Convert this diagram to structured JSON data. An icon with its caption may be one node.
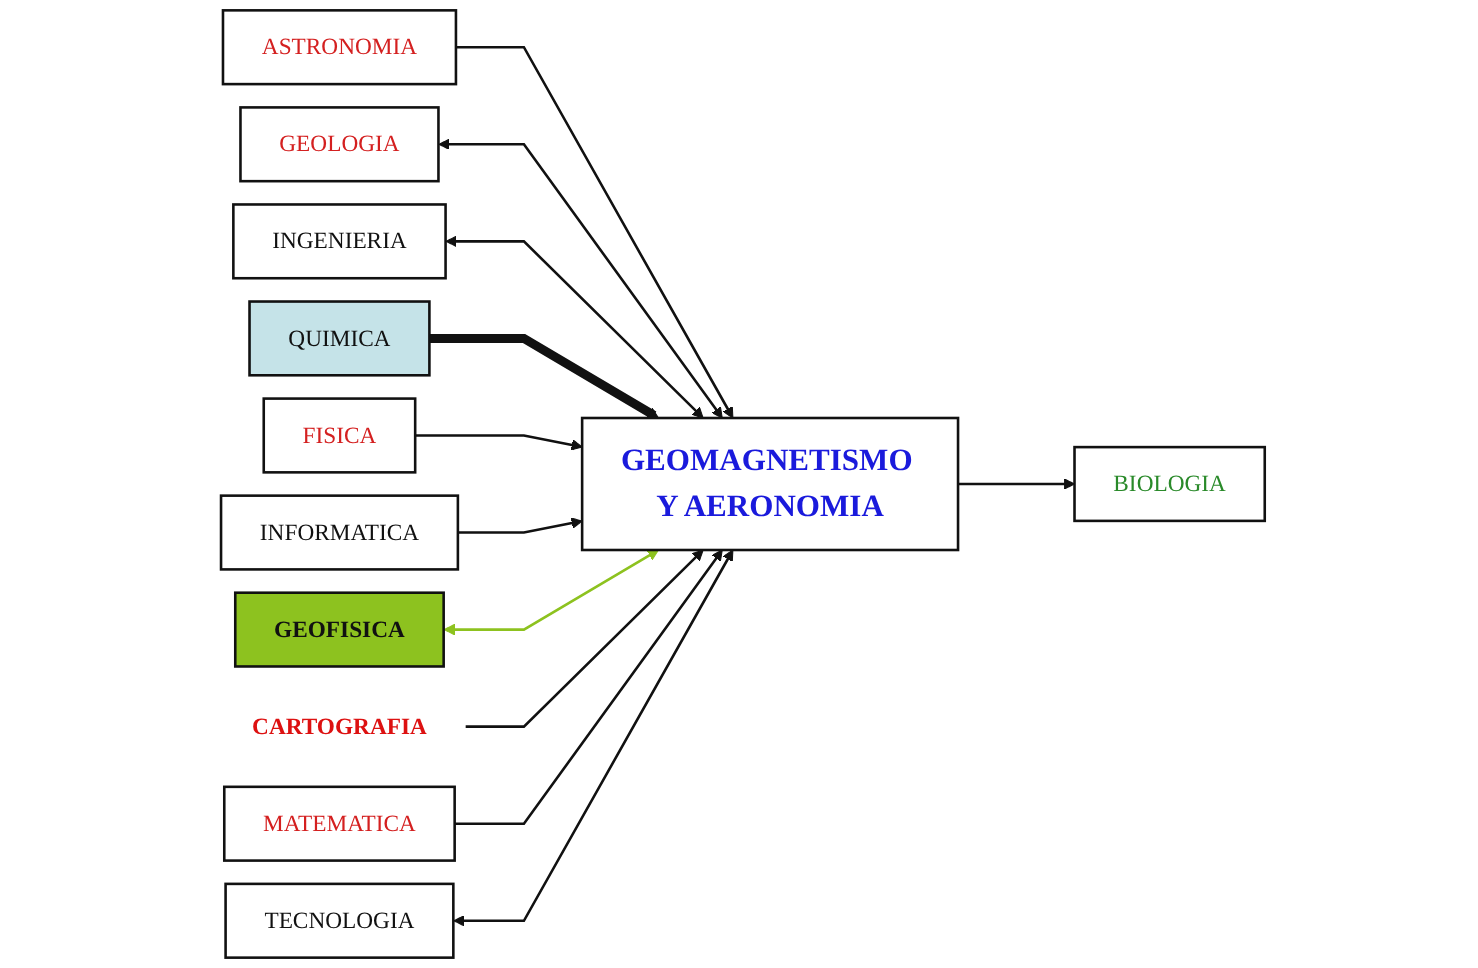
{
  "diagram": {
    "nodes": [
      {
        "text": [
          "ASTRONOMIA"
        ]
      },
      {
        "text": [
          "GEOLOGIA"
        ]
      },
      {
        "text": [
          "INGENIERIA"
        ]
      },
      {
        "text": [
          "QUIMICA"
        ]
      },
      {
        "text": [
          "FISICA"
        ]
      },
      {
        "text": [
          "GEOMAGNETISMO Y AERONOMIA"
        ]
      },
      {
        "text": [
          "INFORMATICA"
        ]
      },
      {
        "text": [
          "GEOFISICA"
        ]
      },
      {
        "text": [
          "CARTOGRAFIA"
        ]
      },
      {
        "text": [
          "BIOLOGIA"
        ]
      },
      {
        "text": [
          "MATEMATICA"
        ]
      },
      {
        "text": [
          "TECNOLOGIA"
        ]
      }
    ],
    "edges": [
      {
        "from": 0,
        "to": 5,
        "arrow": "to"
      },
      {
        "from": 1,
        "to": 5,
        "arrow": "both"
      },
      {
        "from": 2,
        "to": 5,
        "arrow": "both"
      },
      {
        "from": 3,
        "to": 5,
        "arrow": "to",
        "style": "thick"
      },
      {
        "from": 4,
        "to": 5,
        "arrow": "to"
      },
      {
        "from": 6,
        "to": 5,
        "arrow": "to"
      },
      {
        "from": 7,
        "to": 5,
        "arrow": "both",
        "color": "#8dc21f"
      },
      {
        "from": 8,
        "to": 5,
        "arrow": "to"
      },
      {
        "from": 5,
        "to": 9,
        "arrow": "to"
      },
      {
        "from": 10,
        "to": 5,
        "arrow": "to"
      },
      {
        "from": 11,
        "to": 5,
        "arrow": "both"
      }
    ]
  }
}
